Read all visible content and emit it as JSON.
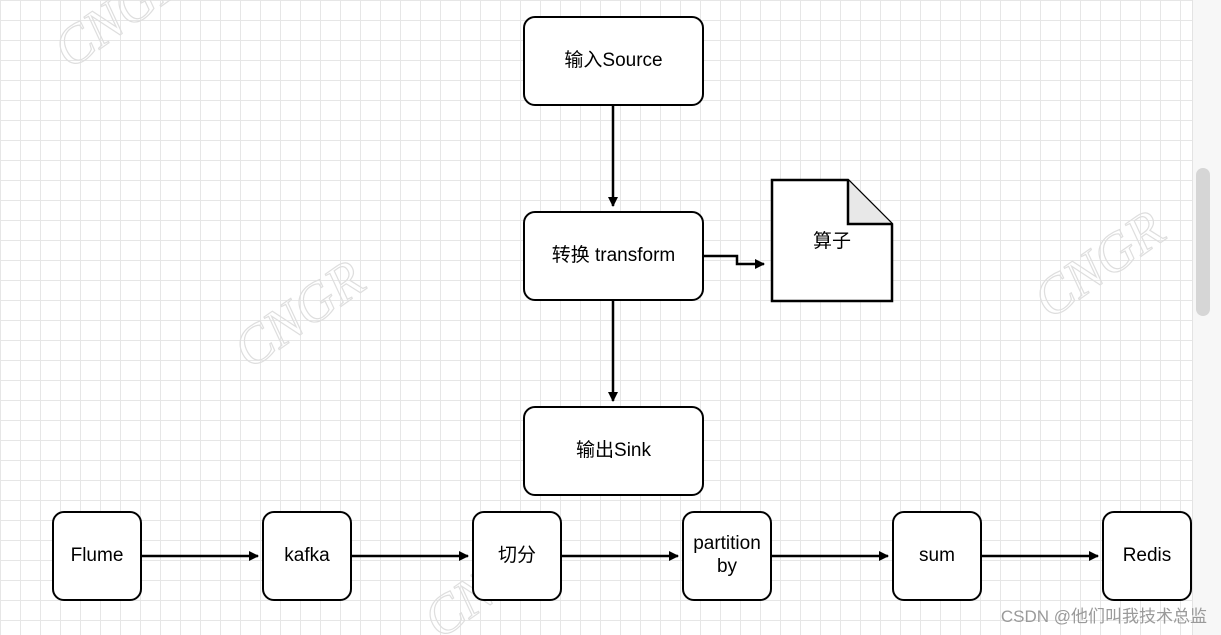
{
  "diagram": {
    "top_flow": {
      "source": "输入Source",
      "transform": "转换 transform",
      "sink": "输出Sink",
      "operator": "算子"
    },
    "pipeline": [
      "Flume",
      "kafka",
      "切分",
      "partition by",
      "sum",
      "Redis"
    ]
  },
  "watermark": {
    "csdn": "CSDN @他们叫我技术总监",
    "background_text": "CNGR"
  },
  "colors": {
    "stroke": "#000000",
    "grid": "#e6e6e6",
    "background": "#ffffff"
  }
}
